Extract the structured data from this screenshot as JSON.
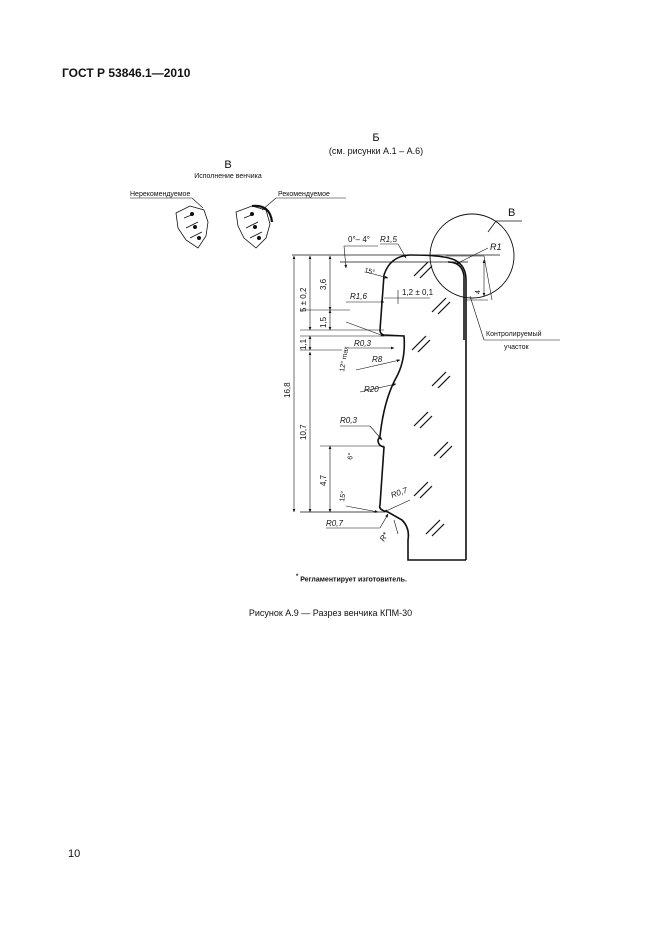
{
  "header": {
    "standard": "ГОСТ Р 53846.1—2010"
  },
  "drawing": {
    "view_title": "Б",
    "view_ref": "(см. рисунки А.1 – А.6)",
    "detail_title": "В",
    "detail_subtitle": "Исполнение венчика",
    "not_recommended": "Нерекомендуемое",
    "recommended": "Рекомендуемое",
    "detail_marker": "В",
    "controlled_area_1": "Контролируемый",
    "controlled_area_2": "участок",
    "dims": {
      "angle_top": "0°– 4°",
      "r1_5": "R1,5",
      "angle15_top": "15°",
      "dim_1_2": "1,2 ± 0,1",
      "r1_6": "R1,6",
      "r0_3_top": "R0,3",
      "angle12": "12° max",
      "r8": "R8",
      "r20": "R20",
      "r0_3_mid": "R0,3",
      "angle6": "6°",
      "angle15_bot": "15°",
      "r0_7_right": "R0,7",
      "r0_7_left": "R0,7",
      "r_star": "R*",
      "v5": "5 ± 0,2",
      "v3_6": "3,6",
      "v1_5": "1,5",
      "v1_1": "1,1",
      "v16_8": "16,8",
      "v10_7": "10,7",
      "v4_7": "4,7",
      "r1_detail": "R1",
      "v4_detail": "4"
    }
  },
  "note": {
    "mark": "*",
    "text": " Регламентирует изготовитель."
  },
  "caption": "Рисунок А.9 — Разрез венчика КПМ-30",
  "footer": {
    "page": "10"
  }
}
